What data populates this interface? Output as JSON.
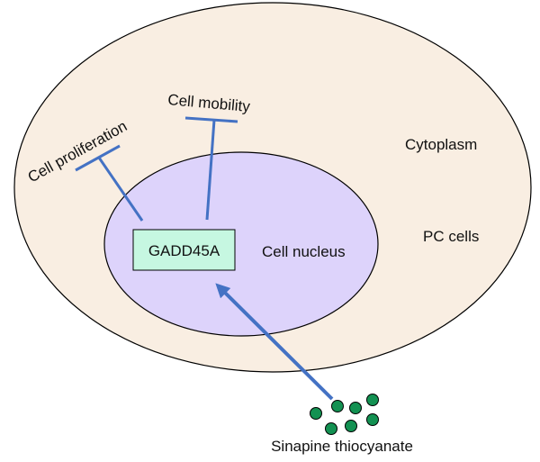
{
  "diagram": {
    "cell_label": "PC cells",
    "cytoplasm_label": "Cytoplasm",
    "nucleus_label": "Cell nucleus",
    "gene_label": "GADD45A",
    "inhibited_processes": [
      {
        "label": "Cell proliferation"
      },
      {
        "label": "Cell mobility"
      }
    ],
    "compound_label": "Sinapine thiocyanate",
    "colors": {
      "cell_fill": "#F9EEE2",
      "nucleus_fill": "#DDD3FB",
      "gene_box_fill": "#C6F7E1",
      "arrow": "#4472C4",
      "compound_dots": "#139152",
      "outline": "#000000"
    }
  }
}
